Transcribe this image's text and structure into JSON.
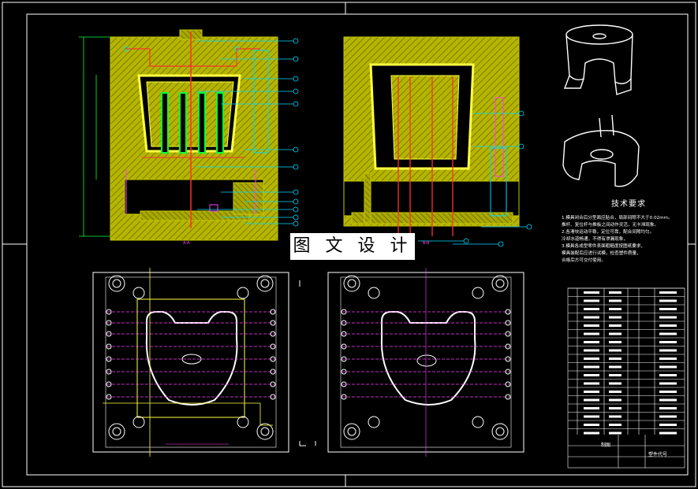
{
  "watermark": "图 文 设 计",
  "notes": {
    "title": "技术要求",
    "lines": [
      "1.模具闭合后分型面应贴合，局部间隙不大于0.02mm。",
      "推杆、复位杆与推板之间动作灵活，无卡滞现象。",
      "2.各滑块运动平稳，定位可靠，配合间隙均匀。",
      "冷却水道畅通，不得有渗漏现象，",
      "3.模具各成型零件表面粗糙度按图纸要求，",
      "模具装配后应进行试模，检查塑件质量，",
      "合格后方可交付使用。"
    ]
  },
  "title_block": {
    "left": "制图",
    "right": "塑件代号"
  },
  "section_labels": {
    "front": "A-A",
    "side": "B-B"
  },
  "palette": {
    "frame": "#ffffff",
    "plate": "#c8c800",
    "hatch": "#8a8a00",
    "part": "#ffff40",
    "cyan": "#00d8ff",
    "green": "#00ff40",
    "magenta": "#ff40ff",
    "red": "#ff3030",
    "white": "#ffffff"
  }
}
